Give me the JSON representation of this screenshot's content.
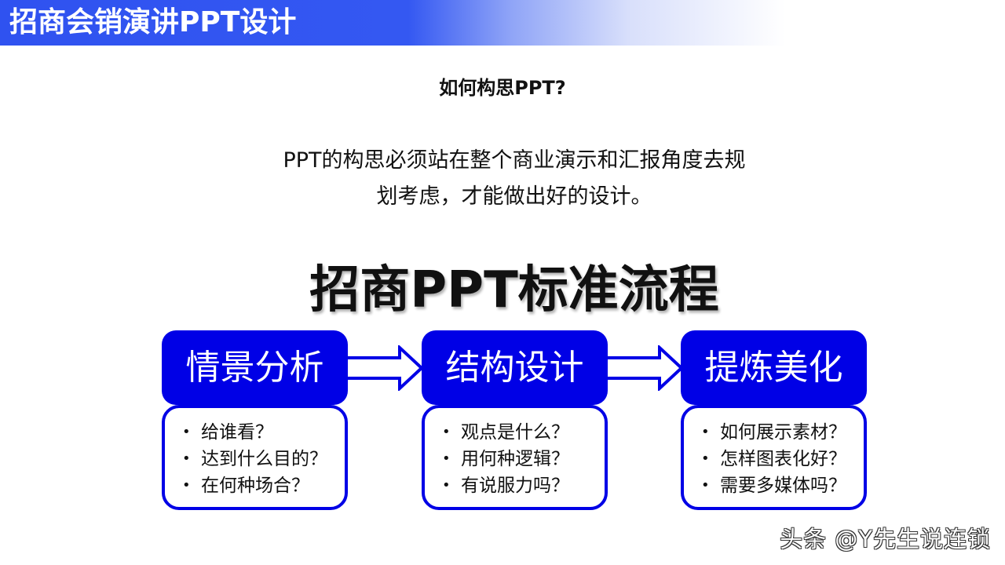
{
  "header": {
    "title": "招商会销演讲PPT设计",
    "gradient_start": "#2f52f0",
    "gradient_end": "#ffffff"
  },
  "intro": {
    "question": "如何构思PPT?",
    "paragraph_line1": "PPT的构思必须站在整个商业演示和汇报角度去规",
    "paragraph_line2": "划考虑，才能做出好的设计。"
  },
  "flow": {
    "heading": "招商PPT标准流程",
    "accent_color": "#0000e6",
    "steps": [
      {
        "title": "情景分析",
        "bullets": [
          "给谁看？",
          "达到什么目的？",
          "在何种场合？"
        ]
      },
      {
        "title": "结构设计",
        "bullets": [
          "观点是什么？",
          "用何种逻辑？",
          "有说服力吗？"
        ]
      },
      {
        "title": "提炼美化",
        "bullets": [
          "如何展示素材？",
          "怎样图表化好？",
          "需要多媒体吗？"
        ]
      }
    ],
    "bullet_glyph": "•",
    "arrow_icon": "hollow-right-arrow"
  },
  "watermark": {
    "text": "头条 @Y先生说连锁"
  }
}
